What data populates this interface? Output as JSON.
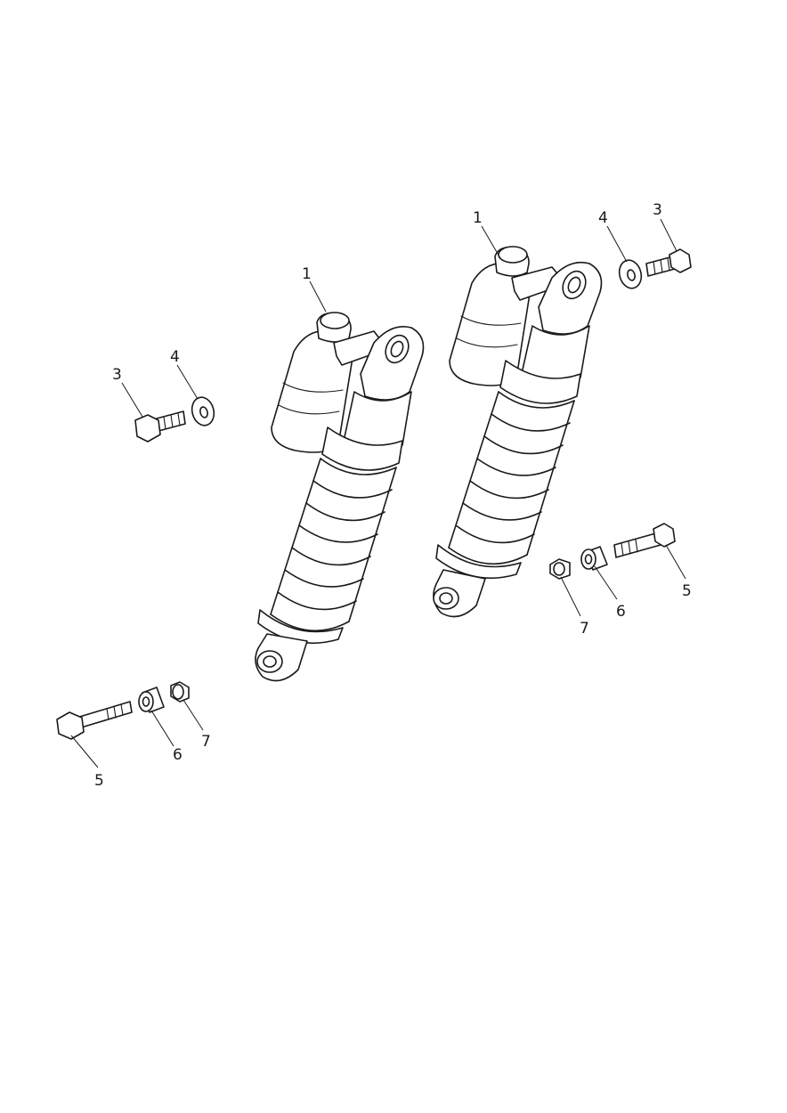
{
  "callouts": [
    {
      "id": "c1a",
      "text": "1"
    },
    {
      "id": "c1b",
      "text": "1"
    },
    {
      "id": "c3a",
      "text": "3"
    },
    {
      "id": "c3b",
      "text": "3"
    },
    {
      "id": "c4a",
      "text": "4"
    },
    {
      "id": "c4b",
      "text": "4"
    },
    {
      "id": "c5a",
      "text": "5"
    },
    {
      "id": "c5b",
      "text": "5"
    },
    {
      "id": "c6a",
      "text": "6"
    },
    {
      "id": "c6b",
      "text": "6"
    },
    {
      "id": "c7a",
      "text": "7"
    },
    {
      "id": "c7b",
      "text": "7"
    }
  ],
  "colors": {
    "line": "#1a1a1a",
    "background": "#ffffff"
  }
}
